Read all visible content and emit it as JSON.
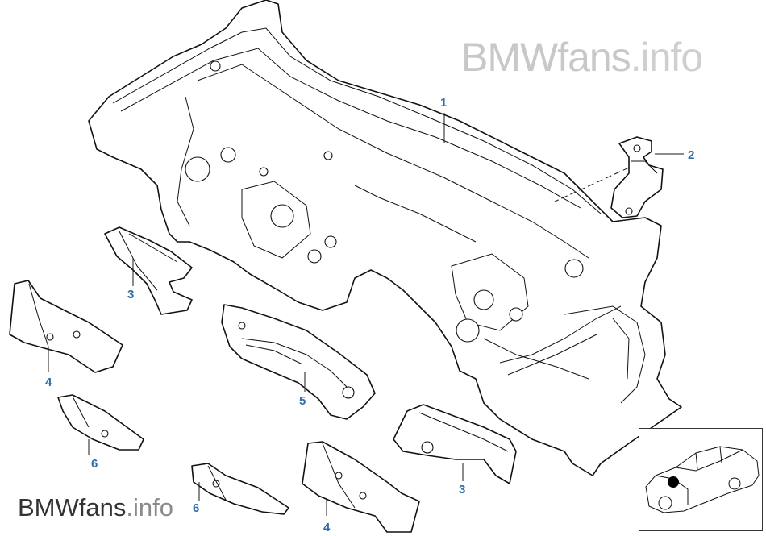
{
  "watermark": {
    "top_brand": "BMWfans",
    "top_tld": ".info",
    "bottom_brand": "BMWfans",
    "bottom_tld": ".info"
  },
  "callouts": {
    "c1": "1",
    "c2": "2",
    "c3a": "3",
    "c3b": "3",
    "c4a": "4",
    "c4b": "4",
    "c5": "5",
    "c6a": "6",
    "c6b": "6"
  },
  "colors": {
    "callout": "#2f6ea8",
    "line": "#111111"
  },
  "thumbnail": {
    "icon": "car-location-icon"
  }
}
